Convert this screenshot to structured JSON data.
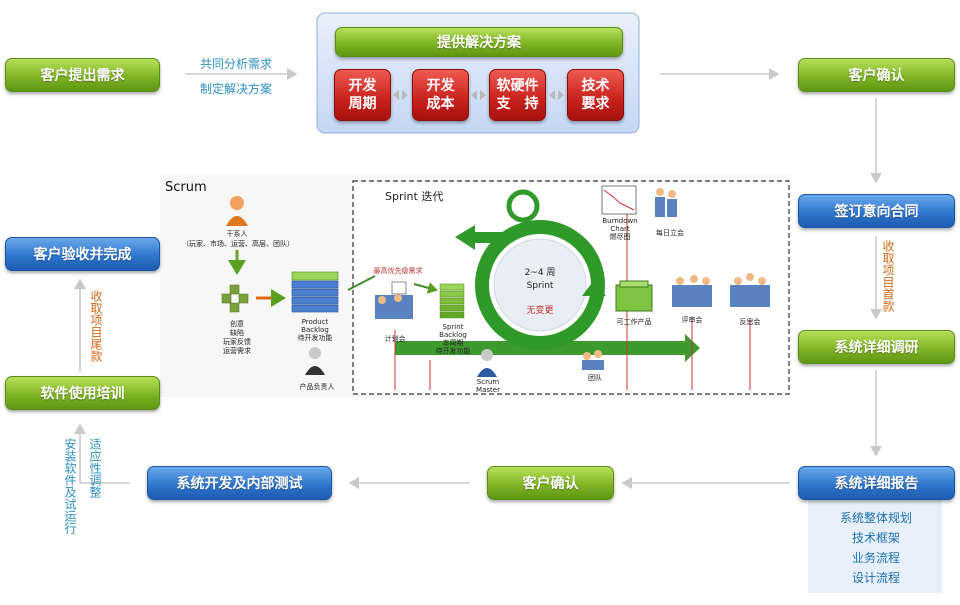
{
  "top_left_box": "客户提出需求",
  "arrow_labels": [
    "共同分析需求",
    "制定解决方案"
  ],
  "solution_title": "提供解决方案",
  "solution_items": [
    {
      "line1": "开发",
      "line2": "周期"
    },
    {
      "line1": "开发",
      "line2": "成本"
    },
    {
      "line1": "软硬件",
      "line2": "支　持"
    },
    {
      "line1": "技术",
      "line2": "要求"
    }
  ],
  "right_steps": [
    "客户确认",
    "签订意向合同",
    "系统详细调研",
    "系统详细报告"
  ],
  "payment_label": "收取项目首款",
  "report_items": [
    "系统整体规划",
    "技术框架",
    "业务流程",
    "设计流程"
  ],
  "bottom_confirm": "客户确认",
  "dev_box": "系统开发及内部测试",
  "install_labels": {
    "col1": "安装软件及试运行",
    "col2": "适应性调整"
  },
  "training_box": "软件使用培训",
  "final_payment_label": "收取项目尾款",
  "acceptance_box": "客户验收并完成",
  "scrum": {
    "title": "Scrum",
    "sprint_title": "Sprint 迭代",
    "stakeholders": "干系人",
    "stakeholders_detail": "（玩家、市场、运营、高层、团队）",
    "ideas": [
      "创意",
      "缺陷",
      "玩家反馈",
      "运营需求"
    ],
    "product_backlog": [
      "Product",
      "Backlog",
      "待开发功能"
    ],
    "product_owner": "产品负责人",
    "priority_req": "最高优先级需求",
    "planning": "计划会",
    "sprint_backlog": [
      "Sprint",
      "Backlog",
      "本周期",
      "待开发功能"
    ],
    "scrum_master": [
      "Scrum",
      "Master"
    ],
    "cycle": [
      "2~4 周",
      "Sprint",
      "无变更"
    ],
    "burndown": [
      "Burndown",
      "Chart",
      "燃尽图"
    ],
    "daily": "每日立会",
    "workable": "可工作产品",
    "review": "评审会",
    "retro": "反思会",
    "team": "团队"
  }
}
